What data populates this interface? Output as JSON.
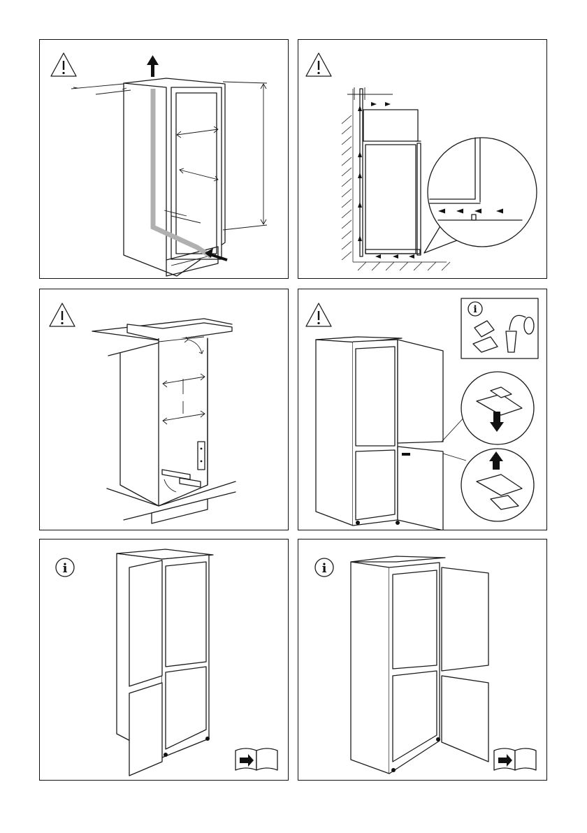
{
  "panels": [
    {
      "id": 1,
      "badge": "warning-icon"
    },
    {
      "id": 2,
      "badge": "warning-icon"
    },
    {
      "id": 3,
      "badge": "warning-icon"
    },
    {
      "id": 4,
      "badge": "warning-icon",
      "inset": "info-icon"
    },
    {
      "id": 5,
      "badge": "info-icon",
      "corner": "manual-book-icon"
    },
    {
      "id": 6,
      "badge": "info-icon",
      "corner": "manual-book-icon"
    }
  ]
}
